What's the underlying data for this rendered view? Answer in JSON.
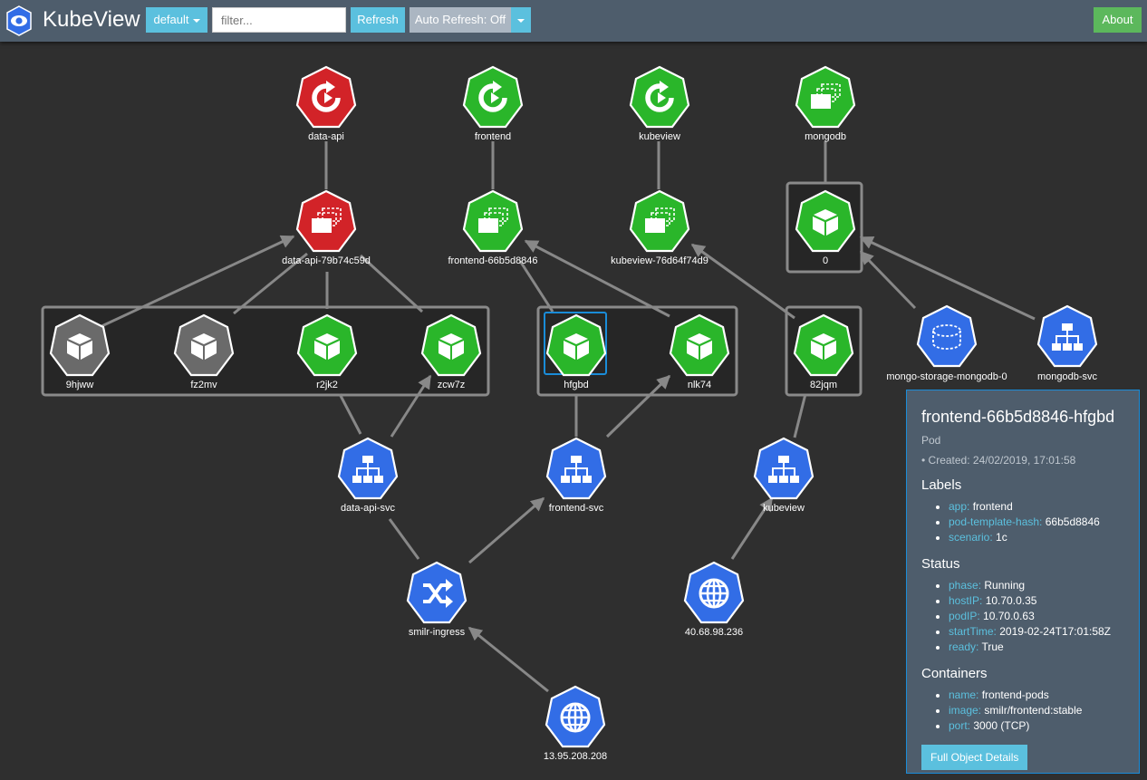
{
  "app": {
    "title": "KubeView"
  },
  "toolbar": {
    "namespace": "default",
    "filter_placeholder": "filter...",
    "refresh_label": "Refresh",
    "auto_refresh_label": "Auto Refresh: Off",
    "about_label": "About"
  },
  "nodes": {
    "deploy_data_api": "data-api",
    "deploy_frontend": "frontend",
    "deploy_kubeview": "kubeview",
    "sts_mongodb": "mongodb",
    "rs_data_api": "data-api-79b74c59d",
    "rs_frontend": "frontend-66b5d8846",
    "rs_kubeview": "kubeview-76d64f74d9",
    "pod_mongo": "0",
    "pod_9hjww": "9hjww",
    "pod_fz2mv": "fz2mv",
    "pod_r2jk2": "r2jk2",
    "pod_zcw7z": "zcw7z",
    "pod_hfgbd": "hfgbd",
    "pod_nlk74": "nlk74",
    "pod_82jqm": "82jqm",
    "pvc_mongo": "mongo-storage-mongodb-0",
    "svc_mongodb": "mongodb-svc",
    "svc_data_api": "data-api-svc",
    "svc_frontend": "frontend-svc",
    "svc_kubeview": "kubeview",
    "ingress": "smilr-ingress",
    "ip_kubeview": "40.68.98.236",
    "ip_ingress": "13.95.208.208"
  },
  "colors": {
    "red": "#d22328",
    "green": "#2ab62a",
    "grey": "#6a6a6a",
    "blue": "#326de6",
    "accent": "#5bc0de"
  },
  "icons": {
    "deployment": "refresh-arrow-icon",
    "replicaset": "stacked-windows-icon",
    "pod": "cube-icon",
    "service": "network-tree-icon",
    "ingress": "shuffle-icon",
    "ip": "globe-icon",
    "pvc": "storage-disk-icon"
  },
  "details": {
    "title": "frontend-66b5d8846-hfgbd",
    "kind": "Pod",
    "created": "• Created: 24/02/2019, 17:01:58",
    "labels_heading": "Labels",
    "labels": [
      {
        "key": "app:",
        "value": "frontend"
      },
      {
        "key": "pod-template-hash:",
        "value": "66b5d8846"
      },
      {
        "key": "scenario:",
        "value": "1c"
      }
    ],
    "status_heading": "Status",
    "status": [
      {
        "key": "phase:",
        "value": "Running"
      },
      {
        "key": "hostIP:",
        "value": "10.70.0.35"
      },
      {
        "key": "podIP:",
        "value": "10.70.0.63"
      },
      {
        "key": "startTime:",
        "value": "2019-02-24T17:01:58Z"
      },
      {
        "key": "ready:",
        "value": "True"
      }
    ],
    "containers_heading": "Containers",
    "containers": [
      {
        "key": "name:",
        "value": "frontend-pods"
      },
      {
        "key": "image:",
        "value": "smilr/frontend:stable"
      },
      {
        "key": "port:",
        "value": "3000 (TCP)"
      }
    ],
    "full_button": "Full Object Details"
  }
}
